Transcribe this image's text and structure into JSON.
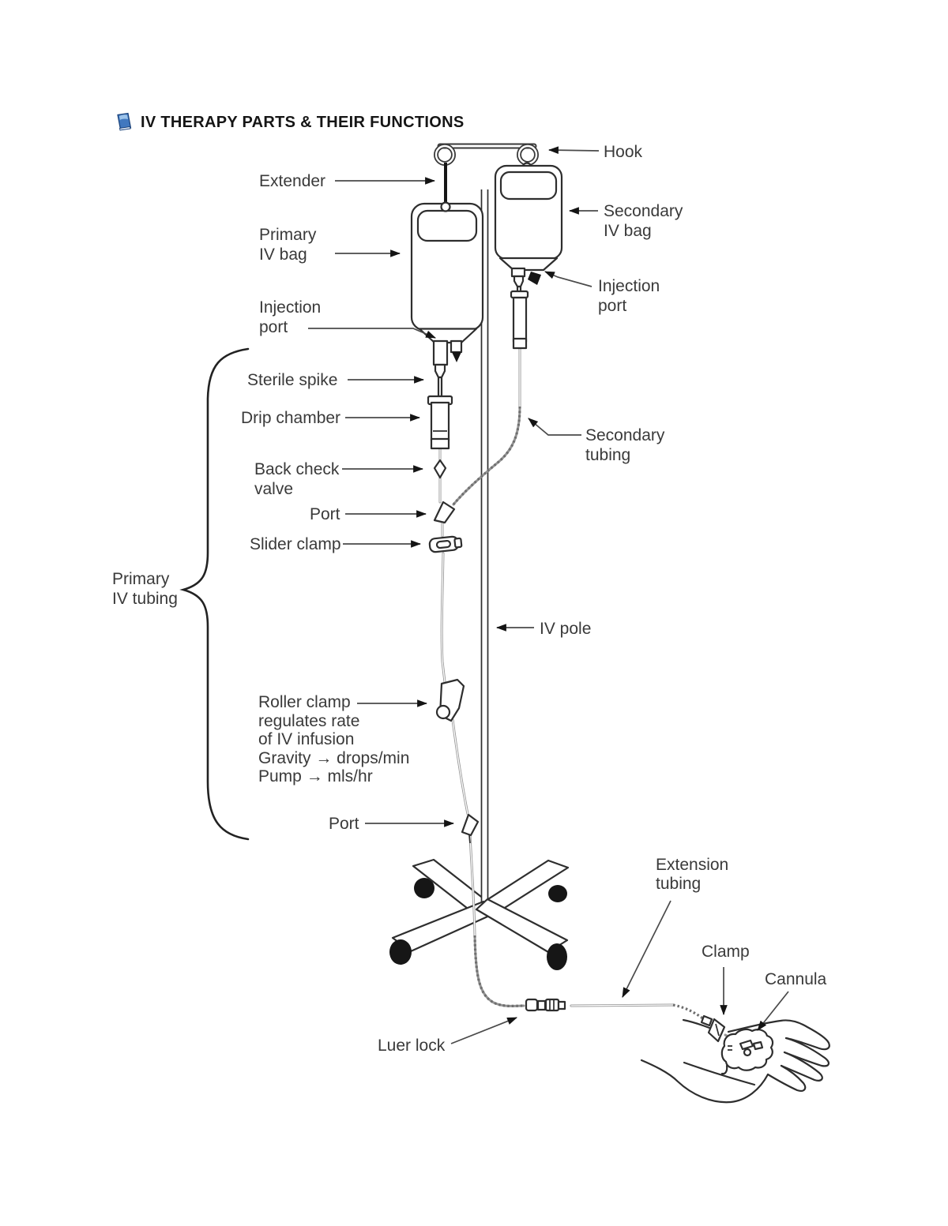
{
  "header": {
    "icon": "book-icon",
    "title": "IV THERAPY PARTS & THEIR FUNCTIONS"
  },
  "colors": {
    "ink": "#2e2e2e",
    "label_text": "#3a3a3a",
    "tubing_gray": "#949494",
    "wheel_black": "#161616",
    "book_blue": "#4178bf",
    "book_blue_light": "#9cc3ea"
  },
  "labels": {
    "hook": "Hook",
    "extender": "Extender",
    "primary_iv_bag": "Primary\nIV bag",
    "secondary_iv_bag": "Secondary\nIV bag",
    "injection_port_left": "Injection\nport",
    "injection_port_right": "Injection\nport",
    "sterile_spike": "Sterile spike",
    "drip_chamber": "Drip chamber",
    "back_check_valve": "Back check\nvalve",
    "port_upper": "Port",
    "slider_clamp": "Slider clamp",
    "secondary_tubing": "Secondary\ntubing",
    "primary_iv_tubing": "Primary\nIV tubing",
    "iv_pole": "IV pole",
    "roller_clamp": "Roller clamp\nregulates rate\nof IV infusion\nGravity → drops/min\nPump → mls/hr",
    "port_lower": "Port",
    "extension_tubing": "Extension\ntubing",
    "clamp": "Clamp",
    "cannula": "Cannula",
    "luer_lock": "Luer lock"
  }
}
